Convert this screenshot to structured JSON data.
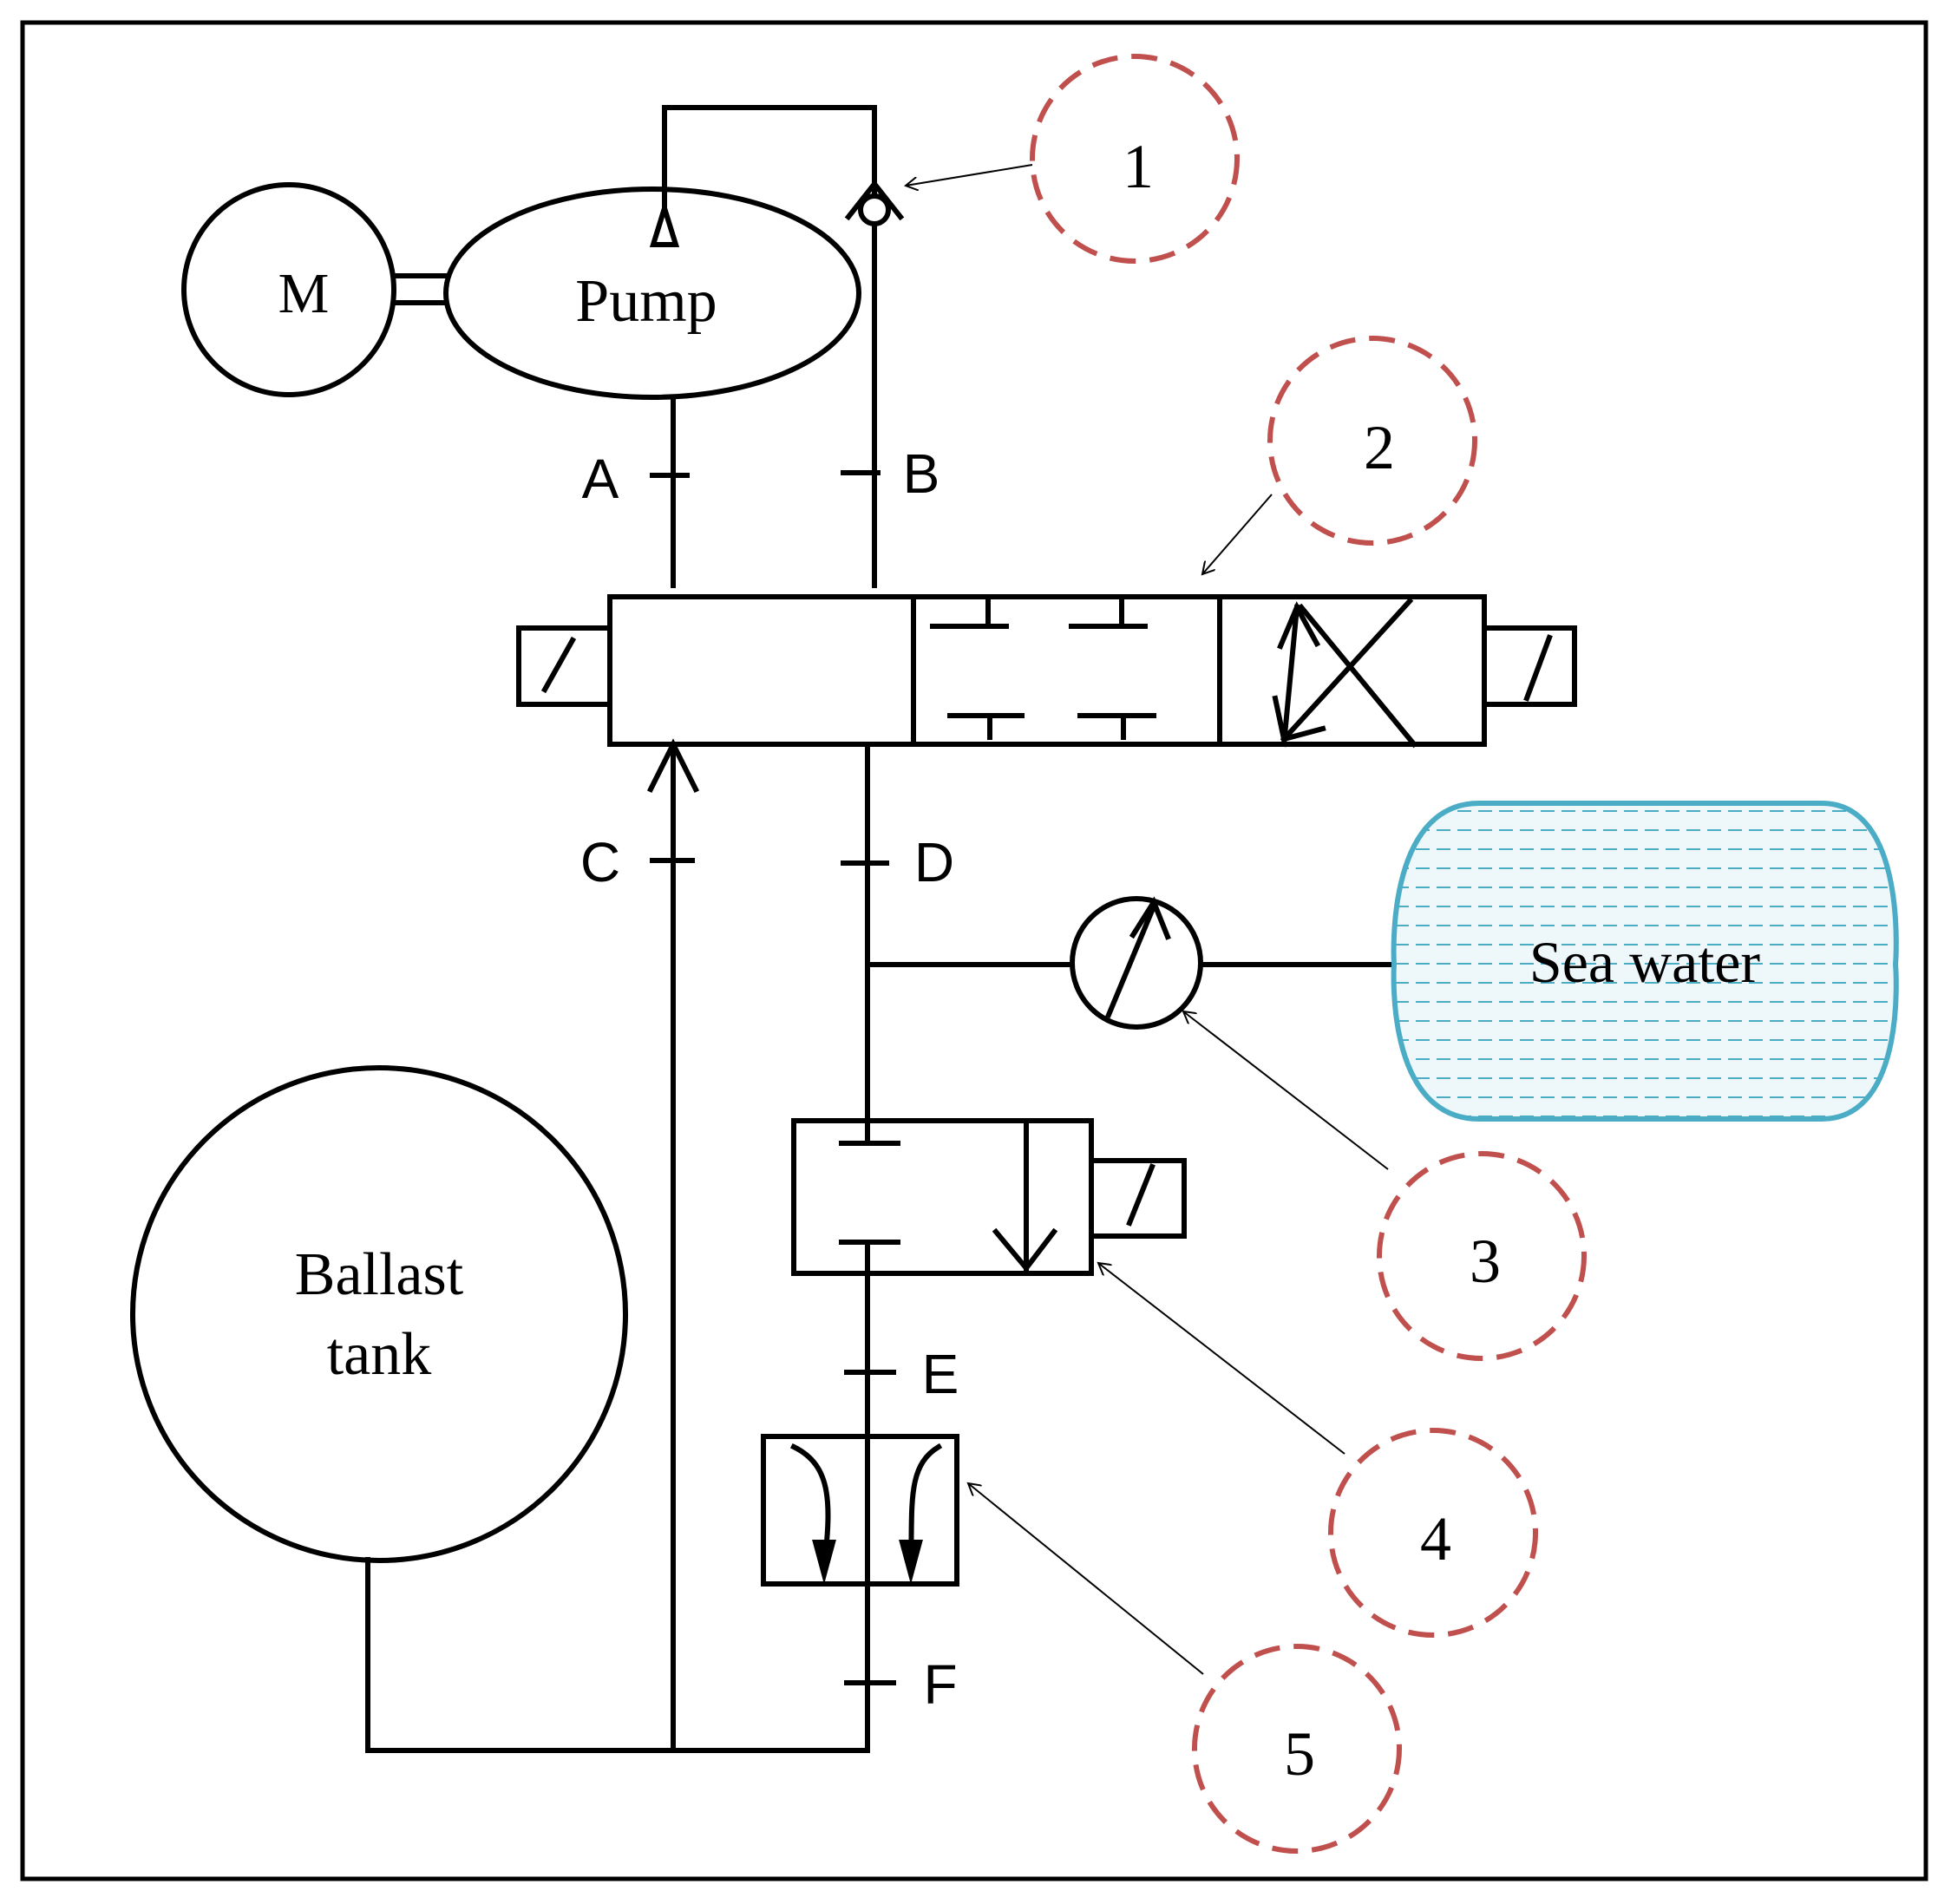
{
  "colors": {
    "line": "#000000",
    "callout": "#c0504d",
    "sea_stroke": "#4bacc6",
    "sea_fill": "#eaf5f9"
  },
  "components": {
    "motor": "M",
    "pump": "Pump",
    "tank": [
      "Ballast",
      "tank"
    ],
    "sea": "Sea water"
  },
  "ports": {
    "A": "A",
    "B": "B",
    "C": "C",
    "D": "D",
    "E": "E",
    "F": "F"
  },
  "callouts": [
    "1",
    "2",
    "3",
    "4",
    "5"
  ]
}
